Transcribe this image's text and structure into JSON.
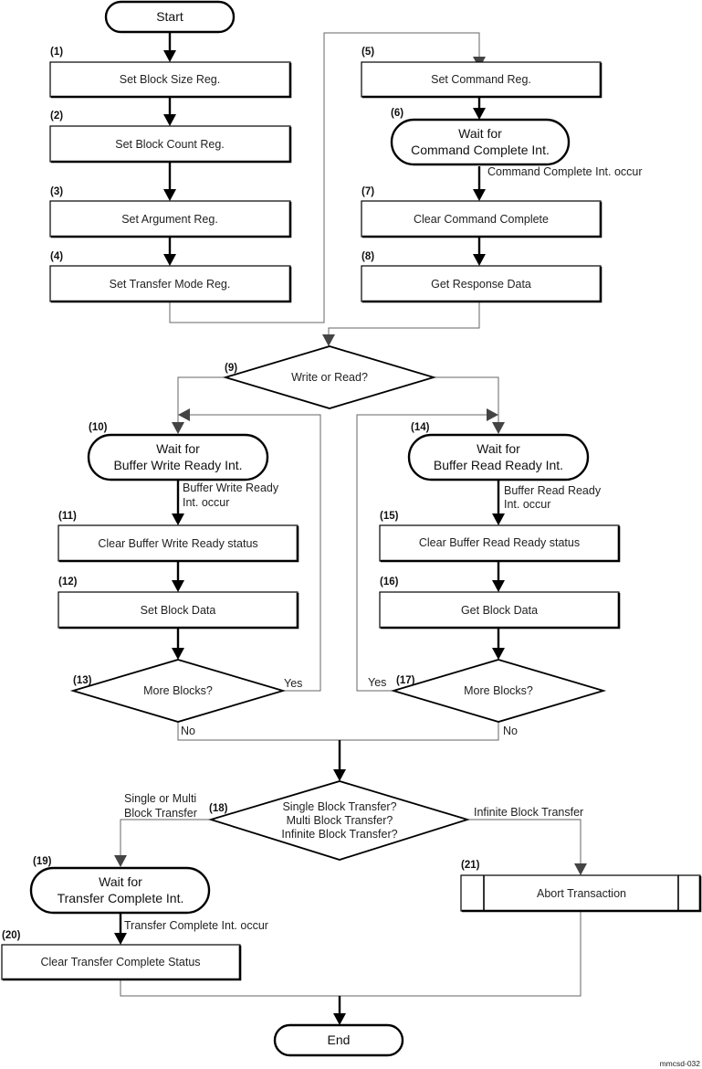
{
  "start": "Start",
  "end": "End",
  "steps": {
    "s1": {
      "num": "(1)",
      "label": "Set Block Size Reg."
    },
    "s2": {
      "num": "(2)",
      "label": "Set Block Count Reg."
    },
    "s3": {
      "num": "(3)",
      "label": "Set Argument Reg."
    },
    "s4": {
      "num": "(4)",
      "label": "Set Transfer Mode Reg."
    },
    "s5": {
      "num": "(5)",
      "label": "Set Command Reg."
    },
    "s6": {
      "num": "(6)",
      "line1": "Wait for",
      "line2": "Command Complete Int."
    },
    "s7": {
      "num": "(7)",
      "label": "Clear Command Complete"
    },
    "s8": {
      "num": "(8)",
      "label": "Get Response Data"
    },
    "s9": {
      "num": "(9)",
      "label": "Write or Read?"
    },
    "s10": {
      "num": "(10)",
      "line1": "Wait for",
      "line2": "Buffer Write Ready Int."
    },
    "s11": {
      "num": "(11)",
      "label": "Clear Buffer Write Ready status"
    },
    "s12": {
      "num": "(12)",
      "label": "Set Block Data"
    },
    "s13": {
      "num": "(13)",
      "label": "More Blocks?"
    },
    "s14": {
      "num": "(14)",
      "line1": "Wait for",
      "line2": "Buffer Read Ready Int."
    },
    "s15": {
      "num": "(15)",
      "label": "Clear Buffer Read Ready status"
    },
    "s16": {
      "num": "(16)",
      "label": "Get Block Data"
    },
    "s17": {
      "num": "(17)",
      "label": "More Blocks?"
    },
    "s18": {
      "num": "(18)",
      "line1": "Single Block Transfer?",
      "line2": "Multi Block Transfer?",
      "line3": "Infinite Block Transfer?"
    },
    "s19": {
      "num": "(19)",
      "line1": "Wait for",
      "line2": "Transfer Complete Int."
    },
    "s20": {
      "num": "(20)",
      "label": "Clear Transfer Complete Status"
    },
    "s21": {
      "num": "(21)",
      "label": "Abort Transaction"
    }
  },
  "edge_labels": {
    "cmd_complete": "Command Complete Int. occur",
    "bw_line1": "Buffer Write Ready",
    "bw_line2": "Int. occur",
    "br_line1": "Buffer Read Ready",
    "br_line2": "Int. occur",
    "yes_left": "Yes",
    "yes_right": "Yes",
    "no_left": "No",
    "no_right": "No",
    "single_multi_line1": "Single or Multi",
    "single_multi_line2": "Block Transfer",
    "infinite": "Infinite Block Transfer",
    "transfer_complete": "Transfer Complete Int. occur"
  },
  "figure_id": "mmcsd-032"
}
